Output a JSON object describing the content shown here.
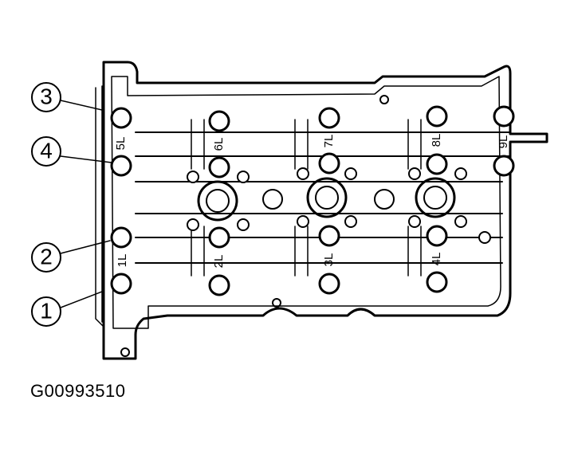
{
  "figure_code": "G00993510",
  "callouts": [
    "1",
    "2",
    "3",
    "4"
  ],
  "cap_labels": [
    "1L",
    "2L",
    "3L",
    "4L",
    "5L",
    "6L",
    "7L",
    "8L",
    "9L"
  ]
}
